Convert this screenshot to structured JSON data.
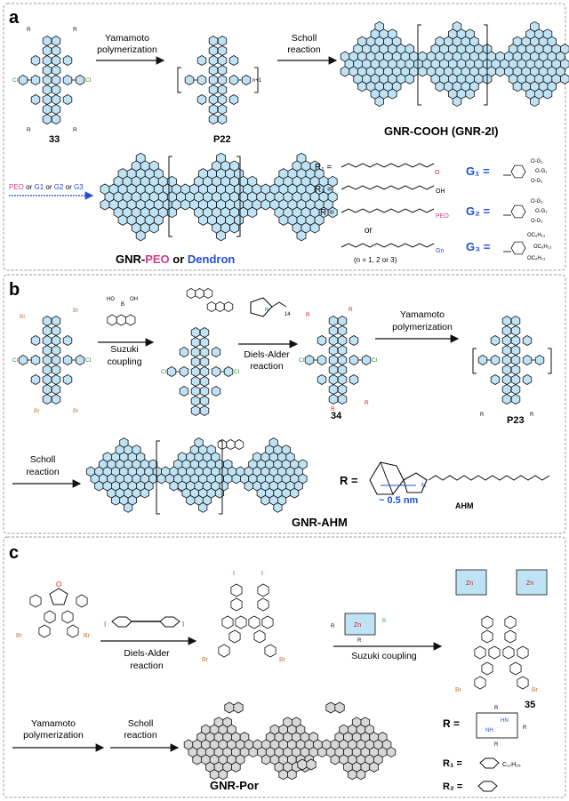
{
  "colors": {
    "hex_fill": "#bfe3f5",
    "por_fill": "#d8d8d8",
    "blue": "#1f4fd8",
    "pink": "#d63a8c",
    "cl": "#1e8c2a",
    "br": "#c8763a",
    "b": "#3aa04a",
    "o": "#d21c1c",
    "zn": "#c81e1e"
  },
  "panels": [
    {
      "letter": "a"
    },
    {
      "letter": "b"
    },
    {
      "letter": "c"
    }
  ],
  "a": {
    "monomer": "33",
    "polymer": "P22",
    "r1": "R",
    "sub1": "1",
    "step1_l1": "Yamamoto",
    "step1_l2": "polymerization",
    "step2_l1": "Scholl",
    "step2_l2": "reaction",
    "gnr_cooh": "GNR-COOH (GNR-2I)",
    "arrow_left": "PEO or G1 or G2 or G3",
    "arrow_peo": "PEO",
    "arrow_or": "or",
    "arrow_g1": "G1",
    "arrow_g2": "G2",
    "arrow_g3": "G3",
    "final_gnr": "GNR-",
    "final_peo": "PEO",
    "final_or": " or ",
    "final_dendron": "Dendron",
    "r1_eq": "R₁ =",
    "r2_eq": "R₂ =",
    "r_eq": "R =",
    "or_word": "or",
    "n_note": "(n = 1, 2 or 3)",
    "peo_tag": "PEO",
    "gn_tag": "Gn",
    "g1_eq": "G₁ =",
    "g2_eq": "G₂ =",
    "g3_eq": "G₃ =",
    "og1": "O-G₁",
    "og2": "O-G₂",
    "oc6": "OC₆H₁₃",
    "n_sub": "n+1"
  },
  "b": {
    "step1_l1": "Suzuki",
    "step1_l2": "coupling",
    "step2_l1": "Diels-Alder",
    "step2_l2": "reaction",
    "step3_l1": "Yamamoto",
    "step3_l2": "polymerization",
    "step4_l1": "Scholl",
    "step4_l2": "reaction",
    "monomer": "34",
    "polymer": "P23",
    "gnr": "GNR-AHM",
    "r_eq": "R =",
    "dist": "~ 0.5 nm",
    "ahm": "AHM",
    "n14": "14",
    "boh": "HO",
    "boh2": "OH",
    "b_atom": "B"
  },
  "c": {
    "step1_l1": "Diels-Alder",
    "step1_l2": "reaction",
    "step2": "Suzuki coupling",
    "step3_l1": "Yamamoto",
    "step3_l2": "polymerization",
    "step4_l1": "Scholl",
    "step4_l2": "reaction",
    "compound": "35",
    "gnr": "GNR-Por",
    "r_eq": "R =",
    "r1_eq": "R₁ =",
    "r2_eq": "R₂ =",
    "c12": "C₁₂H₂₅",
    "zn": "Zn",
    "nh": "NH",
    "hn": "HN",
    "n_atom": "N",
    "o_atom": "O"
  }
}
